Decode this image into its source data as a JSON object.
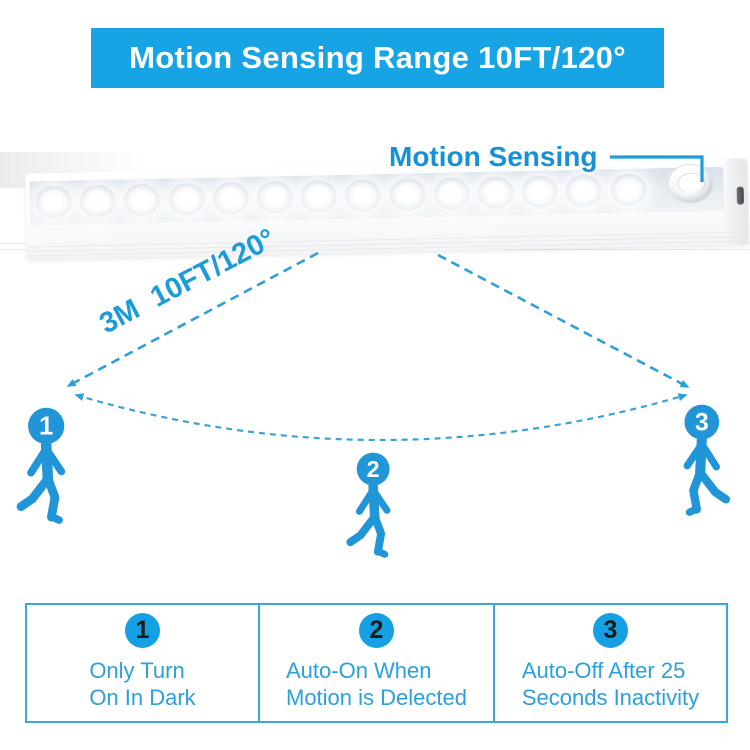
{
  "banner": {
    "title": "Motion Sensing Range 10FT/120°"
  },
  "callout": {
    "label": "Motion Sensing"
  },
  "range_label": {
    "distance": "3M",
    "angle": "10FT/120°"
  },
  "light_bar": {
    "led_count": 14
  },
  "figures": [
    {
      "number": "1"
    },
    {
      "number": "2"
    },
    {
      "number": "3"
    }
  ],
  "info_table": {
    "cells": [
      {
        "number": "1",
        "lines": [
          "Only Turn",
          "On In Dark"
        ]
      },
      {
        "number": "2",
        "lines": [
          "Auto-On When",
          "Motion is Delected"
        ]
      },
      {
        "number": "3",
        "lines": [
          "Auto-Off After 25",
          "Seconds Inactivity"
        ]
      }
    ]
  },
  "colors": {
    "banner_bg": "#16a4e4",
    "callout_blue": "#1591d6",
    "accent_blue": "#1b9cd8",
    "figure_blue": "#2095d8",
    "dash_blue": "#2f9fd9",
    "table_border": "#3ea7d7",
    "table_text": "#2ba0dc",
    "circle_fill": "#14a0e2"
  }
}
